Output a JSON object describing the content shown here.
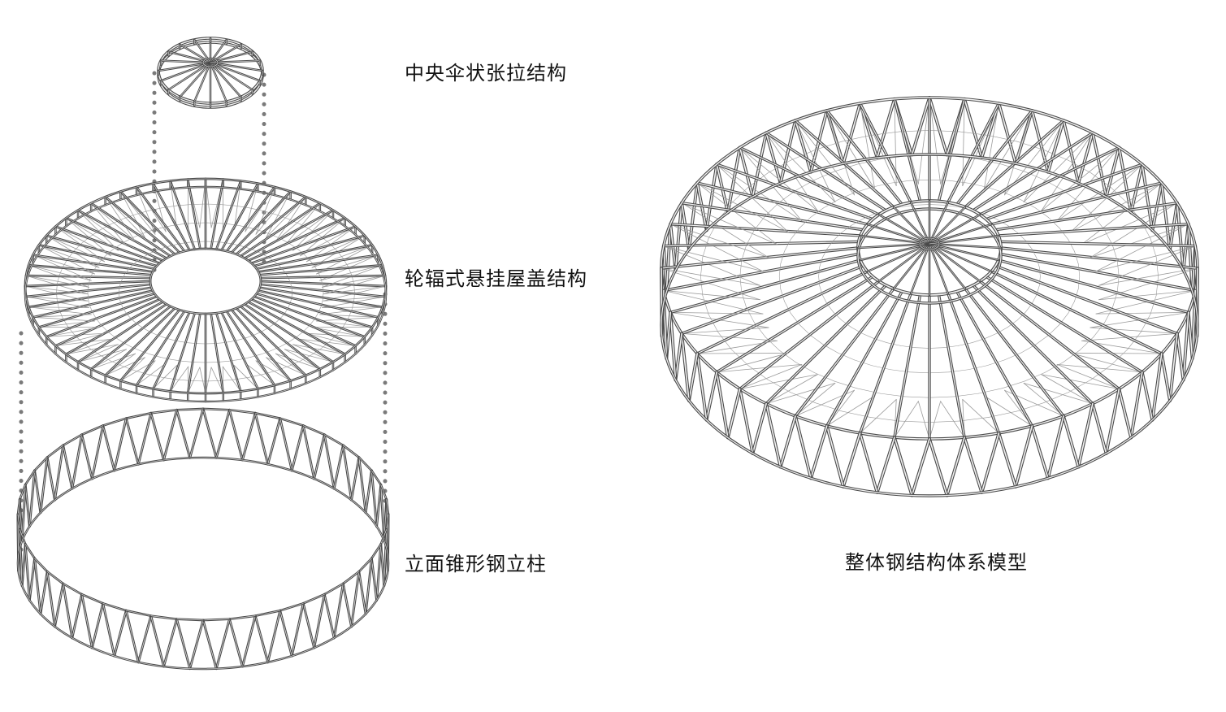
{
  "labels": {
    "umbrella": "中央伞状张拉结构",
    "roof": "轮辐式悬挂屋盖结构",
    "columns": "立面锥形钢立柱",
    "overall": "整体钢结构体系模型"
  },
  "colors": {
    "member_stroke": "#4a4a4a",
    "member_fill": "#f2f2f2",
    "web_stroke": "#9a9a9a",
    "guide_dots": "#7a7a7a",
    "text": "#111111"
  }
}
